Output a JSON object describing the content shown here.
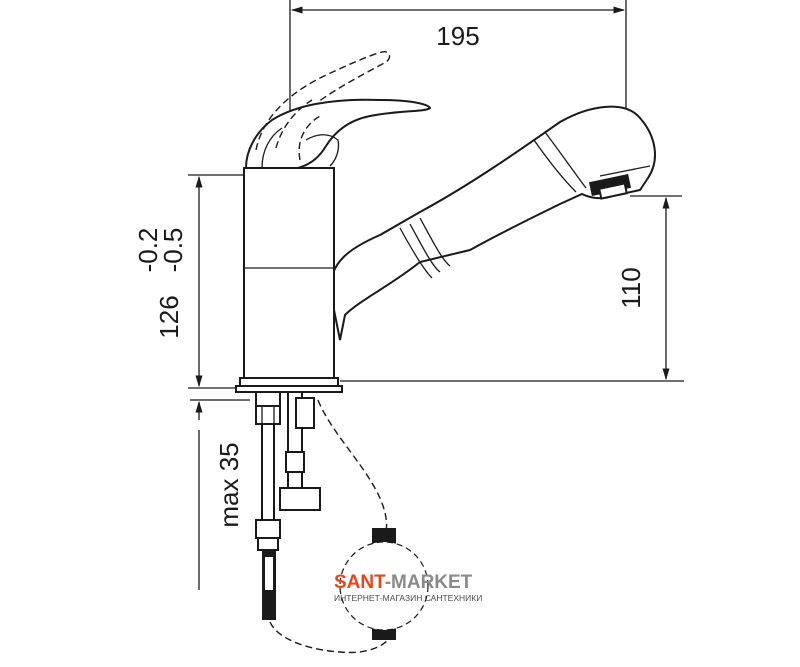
{
  "dimensions": {
    "width": "195",
    "height_spout": "110",
    "height_body": "126",
    "tolerance_upper": "-0.2",
    "tolerance_lower": "-0.5",
    "mount_thickness": "max 35"
  },
  "watermark": {
    "brand_part1": "SANT",
    "brand_part2": "-MARKET",
    "tagline": "ИНТЕРНЕТ-МАГАЗИН САНТЕХНИКИ",
    "color_primary": "#e8471c",
    "color_secondary": "#8a8a8a"
  }
}
